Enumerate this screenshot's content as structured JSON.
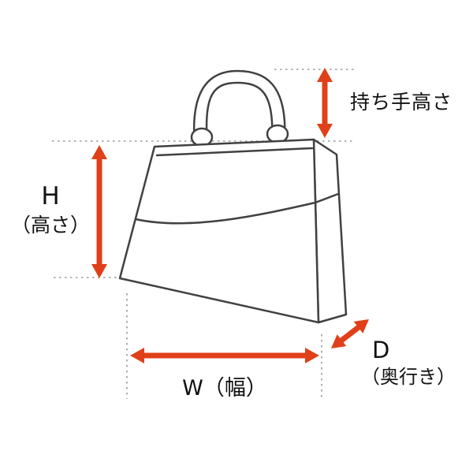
{
  "diagram": {
    "illustration": "handbag-outline-drawing",
    "labels": {
      "handle_height": "持ち手高さ",
      "height_letter": "H",
      "height_word": "（高さ）",
      "width": "W（幅）",
      "depth_letter": "D",
      "depth_word": "（奥行き）"
    },
    "colors": {
      "arrow": "#e04019",
      "outline": "#414141",
      "guide": "#9b9b9b",
      "text": "#111111",
      "background": "#ffffff"
    }
  }
}
